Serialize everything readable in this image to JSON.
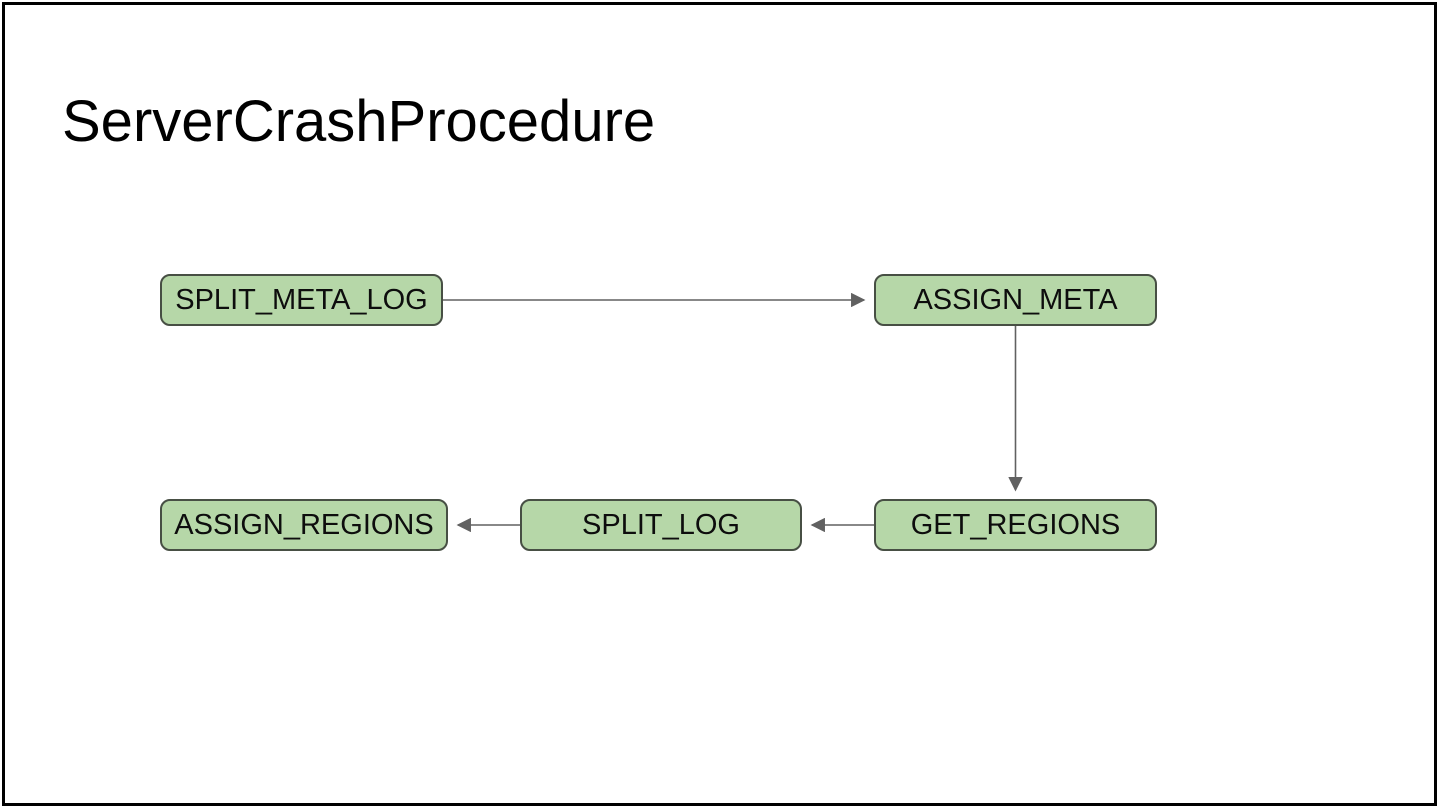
{
  "page": {
    "title": "ServerCrashProcedure"
  },
  "diagram": {
    "type": "flowchart",
    "nodes": [
      {
        "id": "split-meta-log",
        "label": "SPLIT_META_LOG"
      },
      {
        "id": "assign-meta",
        "label": "ASSIGN_META"
      },
      {
        "id": "get-regions",
        "label": "GET_REGIONS"
      },
      {
        "id": "split-log",
        "label": "SPLIT_LOG"
      },
      {
        "id": "assign-regions",
        "label": "ASSIGN_REGIONS"
      }
    ],
    "edges": [
      {
        "from": "split-meta-log",
        "to": "assign-meta",
        "direction": "right"
      },
      {
        "from": "assign-meta",
        "to": "get-regions",
        "direction": "down"
      },
      {
        "from": "get-regions",
        "to": "split-log",
        "direction": "left"
      },
      {
        "from": "split-log",
        "to": "assign-regions",
        "direction": "left"
      }
    ],
    "colors": {
      "node_fill": "#b6d7a8",
      "node_border": "#474f44",
      "edge": "#616161",
      "frame": "#000000"
    }
  }
}
